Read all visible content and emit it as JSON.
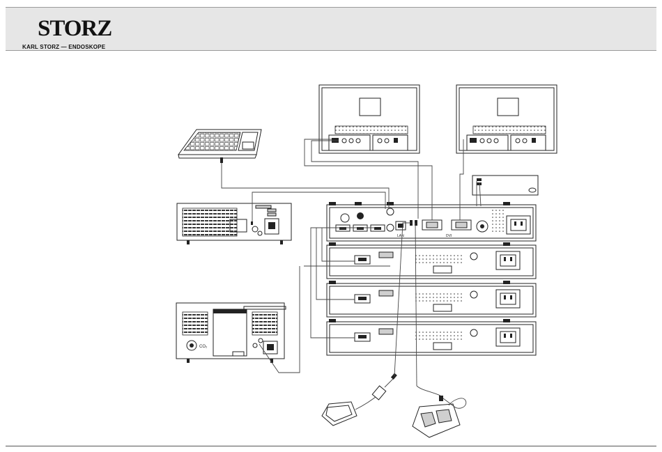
{
  "header": {
    "logo_main": "STORZ",
    "logo_sub": "KARL STORZ — ENDOSKOPE",
    "accent_color": "#e6e6e6"
  },
  "diagram": {
    "labels": {
      "co2_port": "CO₂",
      "lan_port": "LAN",
      "dvi_port": "DVI"
    },
    "devices": [
      {
        "id": "monitor-1",
        "icon": "monitor-icon"
      },
      {
        "id": "monitor-2",
        "icon": "monitor-icon"
      },
      {
        "id": "keyboard",
        "icon": "keyboard-icon"
      },
      {
        "id": "light-source",
        "icon": "device-rear-icon"
      },
      {
        "id": "insufflator",
        "icon": "device-rear-icon"
      },
      {
        "id": "small-power-unit",
        "icon": "power-unit-icon"
      },
      {
        "id": "camera-control-unit-main",
        "icon": "ccu-icon"
      },
      {
        "id": "camera-module-1",
        "icon": "ccu-module-icon"
      },
      {
        "id": "camera-module-2",
        "icon": "ccu-module-icon"
      },
      {
        "id": "camera-module-3",
        "icon": "ccu-module-icon"
      },
      {
        "id": "hand-control",
        "icon": "hand-switch-icon"
      },
      {
        "id": "footswitch",
        "icon": "footswitch-icon"
      }
    ]
  }
}
